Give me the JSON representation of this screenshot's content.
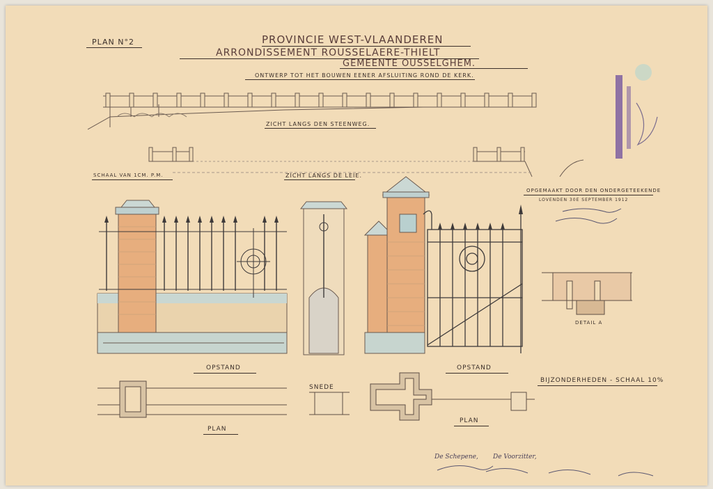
{
  "header": {
    "plan_number": "PLAN N°2",
    "title_1": "PROVINCIE WEST-VLAANDEREN",
    "title_2": "ARRONDISSEMENT ROUSSELAERE-THIELT",
    "title_3": "GEMEENTE OUSSELGHEM.",
    "subtitle": "ONTWERP TOT HET BOUWEN EENER AFSLUITING ROND DE KERK."
  },
  "views": {
    "view_road": "ZICHT LANGS DEN STEENWEG.",
    "view_leie": "ZICHT LANGS DE LEIE.",
    "scale_1": "SCHAAL VAN 1CM. P.M.",
    "elevation_left": "OPSTAND",
    "elevation_right": "OPSTAND",
    "section": "SNEDE",
    "plan_left": "PLAN",
    "plan_right": "PLAN",
    "details": "BIJZONDERHEDEN - SCHAAL 10%",
    "detail_a": "DETAIL A"
  },
  "signatures": {
    "drawn_by": "OPGEMAAKT DOOR DEN ONDERGETEEKENDE",
    "place_date": "LOVENDEN 30E SEPTEMBER 1912",
    "schepen": "De Schepene,",
    "voorzitter": "De Voorzitter,"
  }
}
